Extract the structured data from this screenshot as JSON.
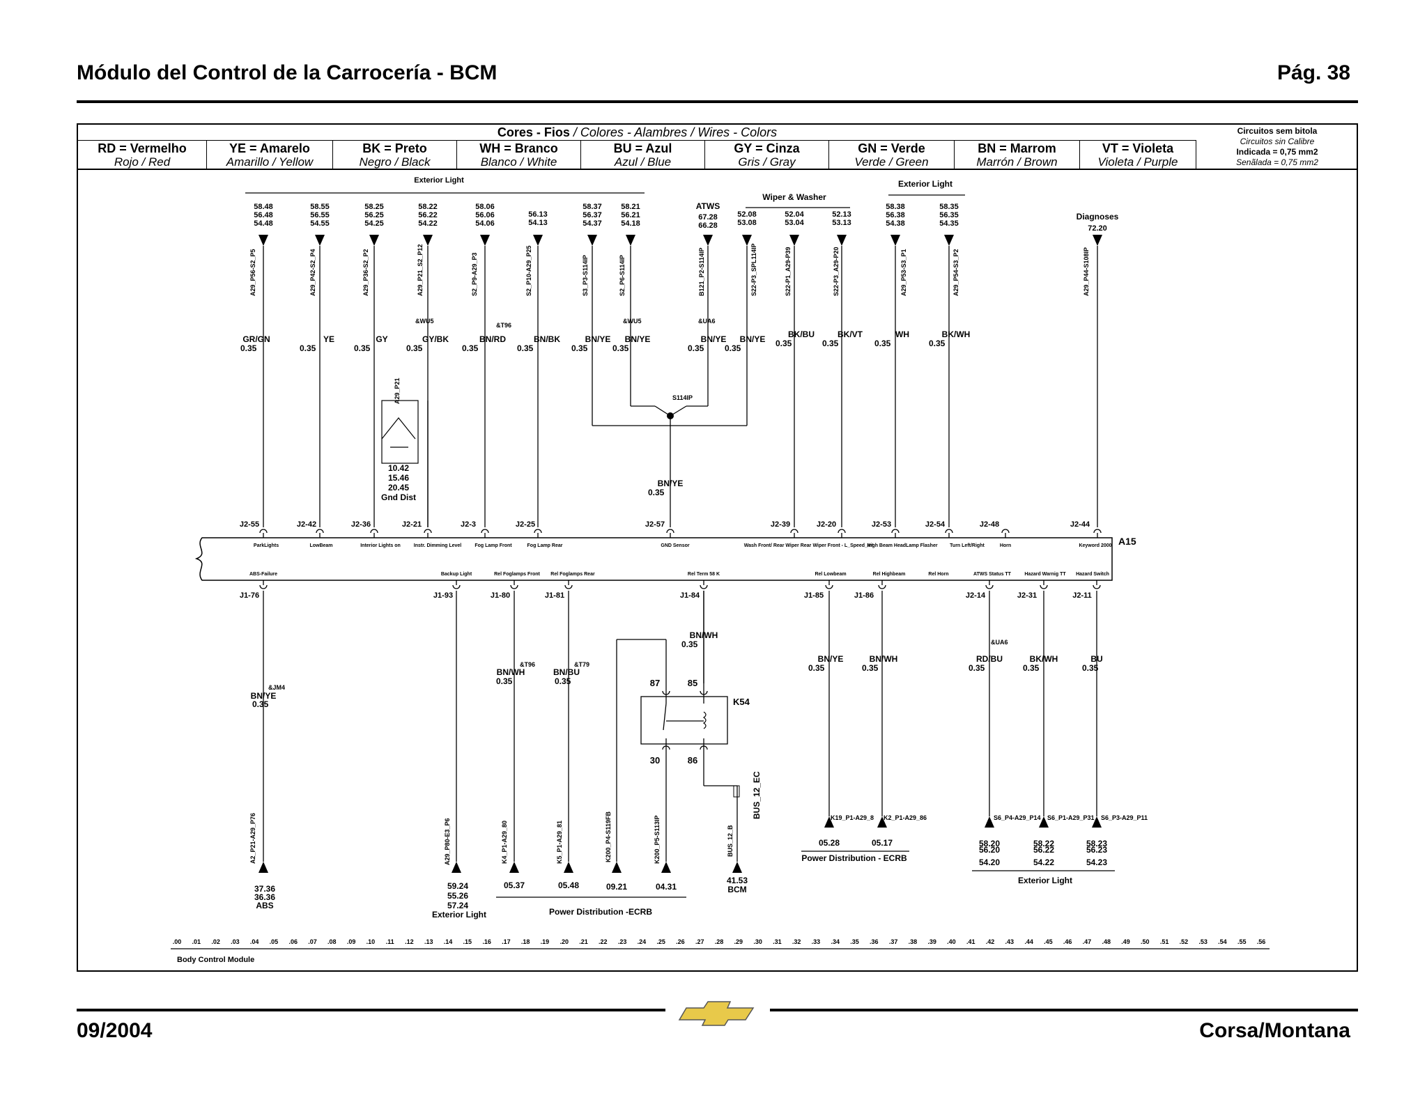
{
  "header": {
    "title": "Módulo del Control de la Carrocería - BCM",
    "page": "Pág. 38"
  },
  "footer": {
    "date": "09/2004",
    "model": "Corsa/Montana"
  },
  "colors": {
    "heading_bold": "Cores - Fios",
    "heading_rest": " / Colores - Alambres / Wires - Colors",
    "items": [
      {
        "code": "RD = Vermelho",
        "names": "Rojo / Red"
      },
      {
        "code": "YE = Amarelo",
        "names": "Amarillo / Yellow"
      },
      {
        "code": "BK = Preto",
        "names": "Negro / Black"
      },
      {
        "code": "WH = Branco",
        "names": "Blanco / White"
      },
      {
        "code": "BU = Azul",
        "names": "Azul / Blue"
      },
      {
        "code": "GY = Cinza",
        "names": "Gris / Gray"
      },
      {
        "code": "GN = Verde",
        "names": "Verde / Green"
      },
      {
        "code": "BN = Marrom",
        "names": "Marrón / Brown"
      },
      {
        "code": "VT = Violeta",
        "names": "Violeta / Purple"
      }
    ],
    "gauge": {
      "title": "Circuitos sem bitola",
      "subtitle": "Circuitos sin Calibre",
      "indicated": "Indicada = 0,75 mm2",
      "marked": "Senãlada = 0,75 mm2"
    }
  },
  "diagram": {
    "group_labels": {
      "exterior_light_top": "Exterior Light",
      "wiper_washer": "Wiper & Washer",
      "exterior_light_right": "Exterior Light",
      "atws": "ATWS",
      "diagnoses": "Diagnoses",
      "diagnoses_ref": "72.20"
    },
    "top_refs": [
      [
        "58.48",
        "56.48",
        "54.48"
      ],
      [
        "58.55",
        "56.55",
        "54.55"
      ],
      [
        "58.25",
        "56.25",
        "54.25"
      ],
      [
        "58.22",
        "56.22",
        "54.22"
      ],
      [
        "58.06",
        "56.06",
        "54.06"
      ],
      [
        "56.13",
        "54.13"
      ],
      [
        "58.37",
        "56.37",
        "54.37"
      ],
      [
        "58.21",
        "56.21",
        "54.18"
      ],
      [
        "67.28",
        "66.28"
      ],
      [
        "52.08",
        "53.08"
      ],
      [
        "52.04",
        "53.04"
      ],
      [
        "52.13",
        "53.13"
      ],
      [
        "58.38",
        "56.38",
        "54.38"
      ],
      [
        "58.35",
        "56.35",
        "54.35"
      ]
    ],
    "top_connectors": [
      "A29_P56-S2_P5",
      "A29_P42-S2_P4",
      "A29_P36-S2_P2",
      "A29_P21_S2_P12",
      "S2_P9-A29_P3",
      "S2_P10-A29_P25",
      "S3_P3-S114IP",
      "S2_P6-S114IP",
      "B121_P2-S114IP",
      "S22-P3_SPL114IP",
      "S22-P1_A29-P39",
      "S22-P3_A29-P20",
      "A29_P53-S3_P1",
      "A29_P54-S3_P2",
      "A29_P44-S108IP"
    ],
    "top_wires": [
      {
        "color": "GR/GN",
        "size": "0.35"
      },
      {
        "color": "YE",
        "size": "0.35"
      },
      {
        "color": "GY",
        "size": "0.35"
      },
      {
        "color": "GY/BK",
        "size": "0.35"
      },
      {
        "color": "BN/RD",
        "size": "0.35"
      },
      {
        "color": "BN/BK",
        "size": "0.35"
      },
      {
        "color": "BN/YE",
        "size": "0.35"
      },
      {
        "color": "BN/YE",
        "size": "0.35"
      },
      {
        "color": "BN/YE",
        "size": "0.35"
      },
      {
        "color": "BN/YE",
        "size": "0.35"
      },
      {
        "color": "BK/BU",
        "size": "0.35"
      },
      {
        "color": "BK/VT",
        "size": "0.35"
      },
      {
        "color": "WH",
        "size": "0.35"
      },
      {
        "color": "BK/WH",
        "size": "0.35"
      }
    ],
    "options": [
      "&WU5",
      "&T96",
      "&WU5",
      "&UA6",
      "&JM4",
      "&T96",
      "&T79",
      "&UA6"
    ],
    "splice": "S114IP",
    "splice_wire": {
      "color": "BN/YE",
      "size": "0.35"
    },
    "gnd_refs": [
      "10.42",
      "15.46",
      "20.45",
      "Gnd Dist"
    ],
    "gnd_connector": "A29_P21",
    "top_pins": [
      "J2-55",
      "J2-42",
      "J2-36",
      "J2-21",
      "J2-3",
      "J2-25",
      "J2-57",
      "J2-39",
      "J2-20",
      "J2-53",
      "J2-54",
      "J2-48",
      "J2-44"
    ],
    "top_functions": [
      "ParkLights",
      "LowBeam",
      "Interior Lights on",
      "Instr. Dimming Level",
      "Fog Lamp Front",
      "Fog Lamp Rear",
      "GND Sensor",
      "Wash Front/ Rear Wiper Rear",
      "Wiper Front - L_Speed_Int",
      "High Beam HeadLamp Flasher",
      "Turn Left/Right",
      "Horn",
      "Keyword 2000"
    ],
    "module_id": "A15",
    "bottom_functions": [
      "ABS-Failure",
      "Backup Light",
      "Rel Foglamps Front",
      "Rel Foglamps Rear",
      "Rel Term 58 K",
      "Rel Lowbeam",
      "Rel Highbeam",
      "Rel Horn",
      "ATWS Status TT",
      "Hazard Warnig TT",
      "Hazard Switch"
    ],
    "bottom_pins": [
      "J1-76",
      "J1-93",
      "J1-80",
      "J1-81",
      "J1-84",
      "J1-85",
      "J1-86",
      "J2-14",
      "J2-31",
      "J2-11"
    ],
    "bottom_wires": [
      {
        "color": "BN/YE",
        "size": "0.35"
      },
      {
        "color": "BN/WH",
        "size": "0.35"
      },
      {
        "color": "BN/BU",
        "size": "0.35"
      },
      {
        "color": "BN/WH",
        "size": "0.35"
      },
      {
        "color": "BN/YE",
        "size": "0.35"
      },
      {
        "color": "BN/WH",
        "size": "0.35"
      },
      {
        "color": "RD/BU",
        "size": "0.35"
      },
      {
        "color": "BK/WH",
        "size": "0.35"
      },
      {
        "color": "BU",
        "size": "0.35"
      }
    ],
    "relay": {
      "id": "K54",
      "pins": [
        "87",
        "85",
        "30",
        "86"
      ]
    },
    "bus_labels": [
      "BUS_12_EC",
      "BUS_12_B"
    ],
    "bottom_connectors": [
      "A2_P21-A29_P76",
      "A29_P80-E3_P6",
      "K4_P1-A29_80",
      "K5_P1-A29_81",
      "K200_P4-S119FB",
      "K200_P5-S113IP",
      "K19_P1-A29_8",
      "K2_P1-A29_86",
      "S6_P4-A29_P14",
      "S6_P1-A29_P31",
      "S6_P3-A29_P11"
    ],
    "bottom_refs": {
      "abs": [
        "37.36",
        "36.36",
        "ABS"
      ],
      "backup": [
        "59.24",
        "55.26",
        "57.24"
      ],
      "exterior_light_bl": "Exterior Light",
      "fog": [
        "05.37",
        "05.48",
        "09.21",
        "04.31"
      ],
      "power_dist_1": "Power Distribution -ECRB",
      "bcm": [
        "41.53",
        "BCM"
      ],
      "relays": [
        "05.28",
        "05.17"
      ],
      "power_dist_2": "Power Distribution - ECRB",
      "ext": [
        [
          "58.20",
          "56.20",
          "54.20"
        ],
        [
          "58.22",
          "56.22",
          "54.22"
        ],
        [
          "58.23",
          "56.23",
          "54.23"
        ]
      ],
      "exterior_light_br": "Exterior Light"
    },
    "scale": [
      ".00",
      ".01",
      ".02",
      ".03",
      ".04",
      ".05",
      ".06",
      ".07",
      ".08",
      ".09",
      ".10",
      ".11",
      ".12",
      ".13",
      ".14",
      ".15",
      ".16",
      ".17",
      ".18",
      ".19",
      ".20",
      ".21",
      ".22",
      ".23",
      ".24",
      ".25",
      ".26",
      ".27",
      ".28",
      ".29",
      ".30",
      ".31",
      ".32",
      ".33",
      ".34",
      ".35",
      ".36",
      ".37",
      ".38",
      ".39",
      ".40",
      ".41",
      ".42",
      ".43",
      ".44",
      ".45",
      ".46",
      ".47",
      ".48",
      ".49",
      ".50",
      ".51",
      ".52",
      ".53",
      ".54",
      ".55",
      ".56"
    ],
    "scale_title": "Body Control Module"
  },
  "logo": {
    "name": "chevrolet-bowtie",
    "color": "#e8c94a"
  }
}
